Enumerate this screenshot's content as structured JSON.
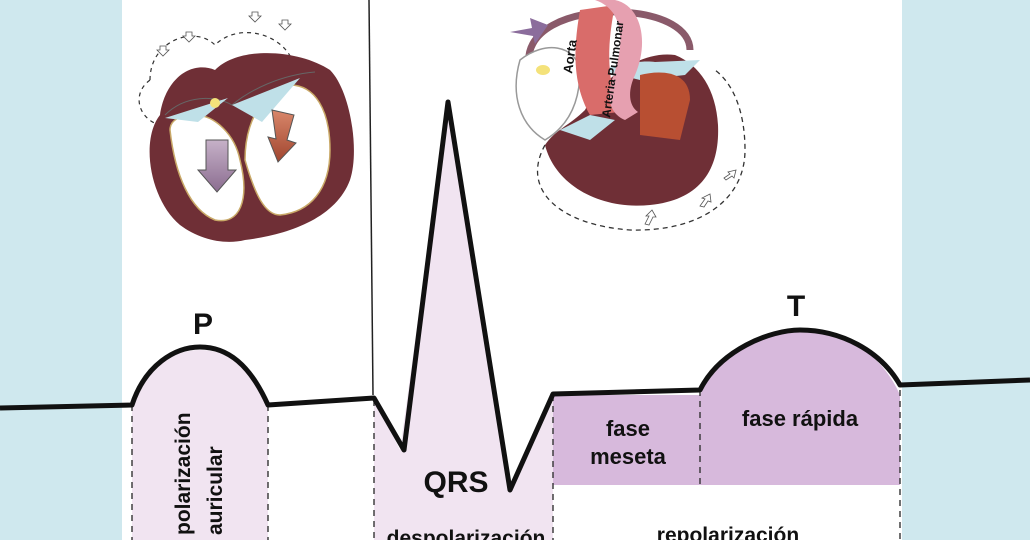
{
  "colors": {
    "background": "#cfe8ee",
    "panel": "#ffffff",
    "pink_fill": "#f1e4f1",
    "lavender_fill": "#d7b9dc",
    "heart_muscle": "#6f2f36",
    "heart_light": "#bfe0e8",
    "aorta": "#d96c6a",
    "arrow_left": "#a789a8",
    "arrow_right": "#b8553b"
  },
  "icons": [
    "heart-atrial-systole-illustration",
    "heart-ventricular-diastole-illustration"
  ],
  "heart_right": {
    "aorta_label": "Aorta",
    "pulmonary_label": "Arteria Pulmonar"
  },
  "waves": {
    "p_label": "P",
    "qrs_label": "QRS",
    "t_label": "T"
  },
  "phases": {
    "atrial": [
      "polarización",
      "auricular"
    ],
    "depol": "despolarización",
    "meseta": [
      "fase",
      "meseta"
    ],
    "rapida": "fase rápida",
    "repol": "repolarización"
  }
}
